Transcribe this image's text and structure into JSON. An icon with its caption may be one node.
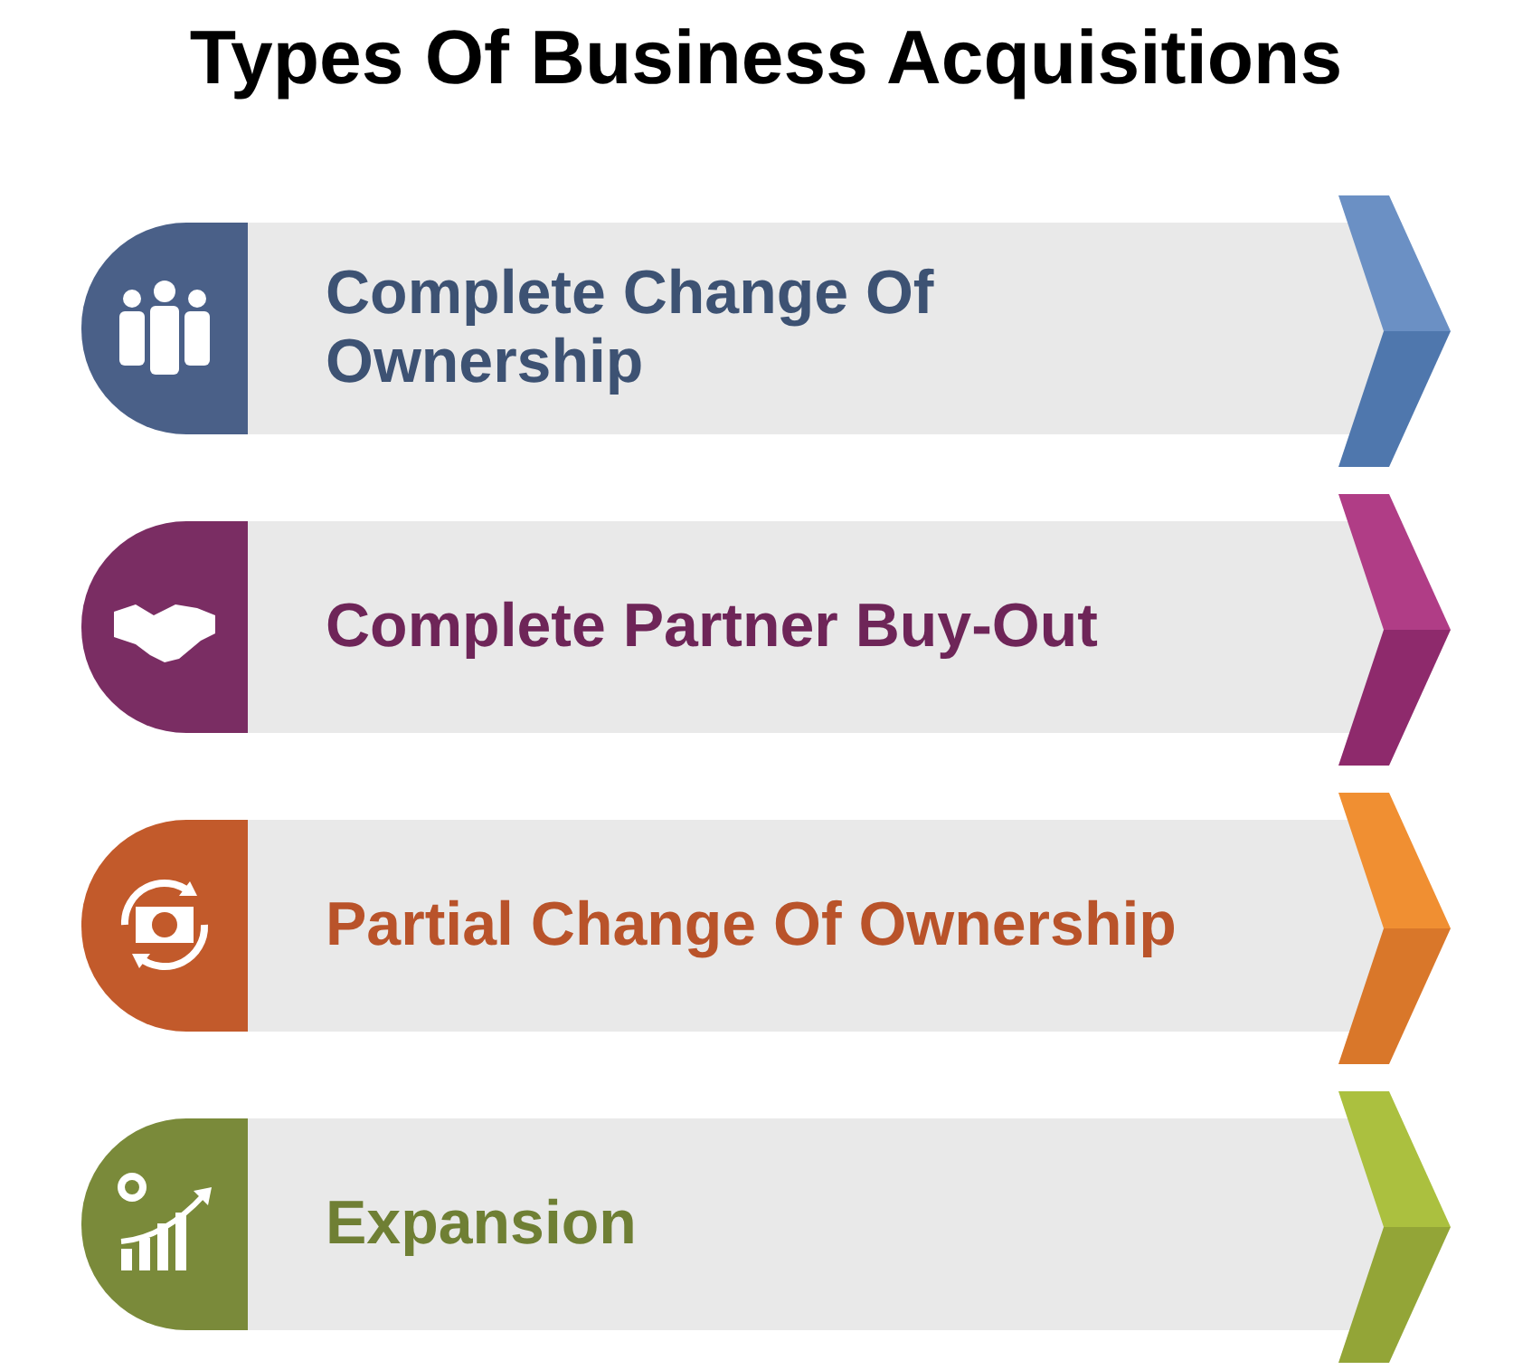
{
  "diagram": {
    "title": "Types Of Business Acquisitions",
    "nodes": [
      {
        "text": [
          "Complete Change Of Ownership"
        ]
      },
      {
        "text": [
          "Complete Partner Buy-Out"
        ]
      },
      {
        "text": [
          "Partial Change Of Ownership"
        ]
      },
      {
        "text": [
          "Expansion"
        ]
      }
    ]
  }
}
